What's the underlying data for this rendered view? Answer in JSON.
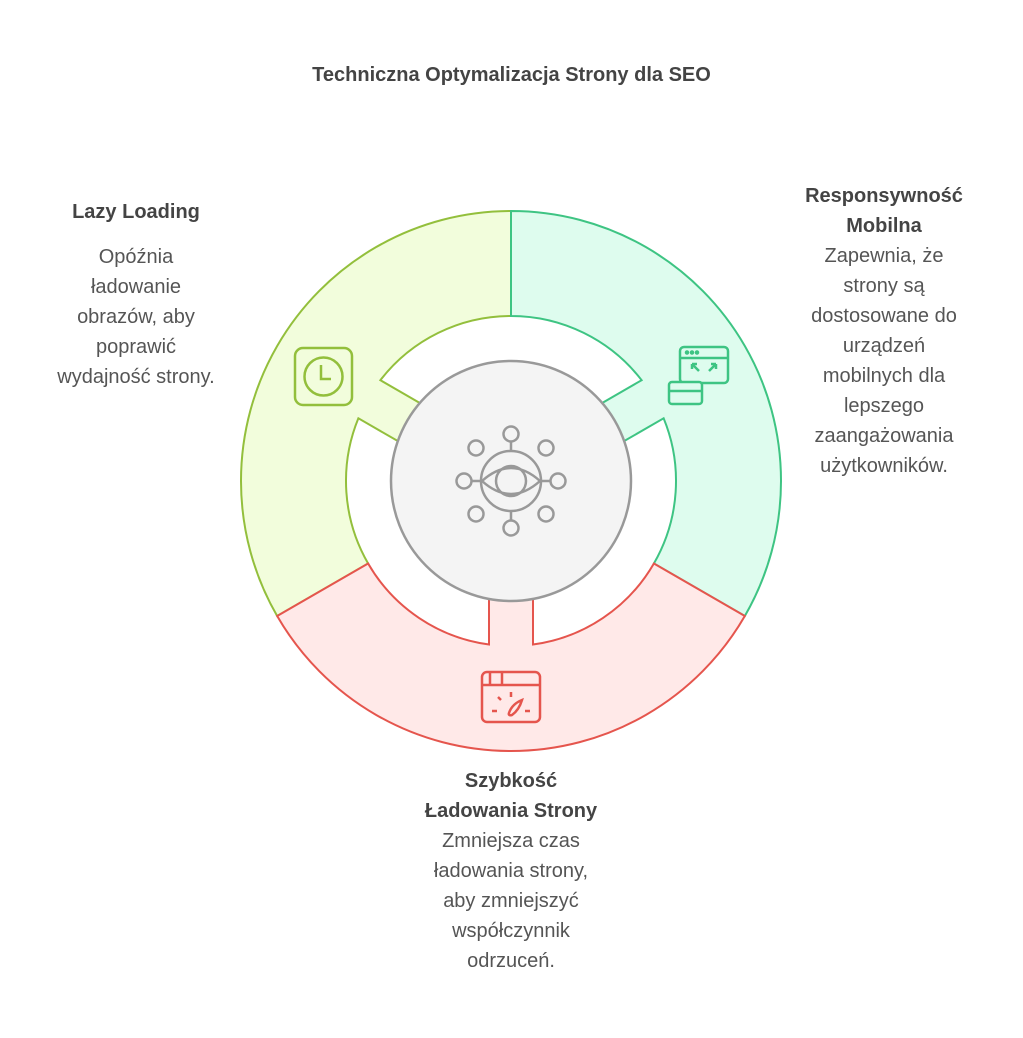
{
  "title": "Techniczna Optymalizacja Strony dla SEO",
  "colors": {
    "lazy": {
      "fill": "#f2fddc",
      "stroke": "#93bf3c"
    },
    "mobile": {
      "fill": "#defcee",
      "stroke": "#3ec483"
    },
    "speed": {
      "fill": "#ffe9e8",
      "stroke": "#e5554d"
    },
    "center": {
      "fill": "#f4f4f4",
      "stroke": "#999999"
    }
  },
  "segments": [
    {
      "id": "lazy",
      "icon": "clock-icon",
      "heading": [
        "Lazy Loading"
      ],
      "body": [
        "Opóźnia",
        "ładowanie",
        "obrazów, aby",
        "poprawić",
        "wydajność strony."
      ]
    },
    {
      "id": "mobile",
      "icon": "responsive-windows-icon",
      "heading": [
        "Responsywność",
        "Mobilna"
      ],
      "body": [
        "Zapewnia, że",
        "strony są",
        "dostosowane do",
        "urządzeń",
        "mobilnych dla",
        "lepszego",
        "zaangażowania",
        "użytkowników."
      ]
    },
    {
      "id": "speed",
      "icon": "speedometer-browser-icon",
      "heading": [
        "Szybkość",
        "Ładowania Strony"
      ],
      "body": [
        "Zmniejsza czas",
        "ładowania strony,",
        "aby zmniejszyć",
        "współczynnik",
        "odrzuceń."
      ]
    }
  ],
  "center_icon": "eye-network-icon"
}
